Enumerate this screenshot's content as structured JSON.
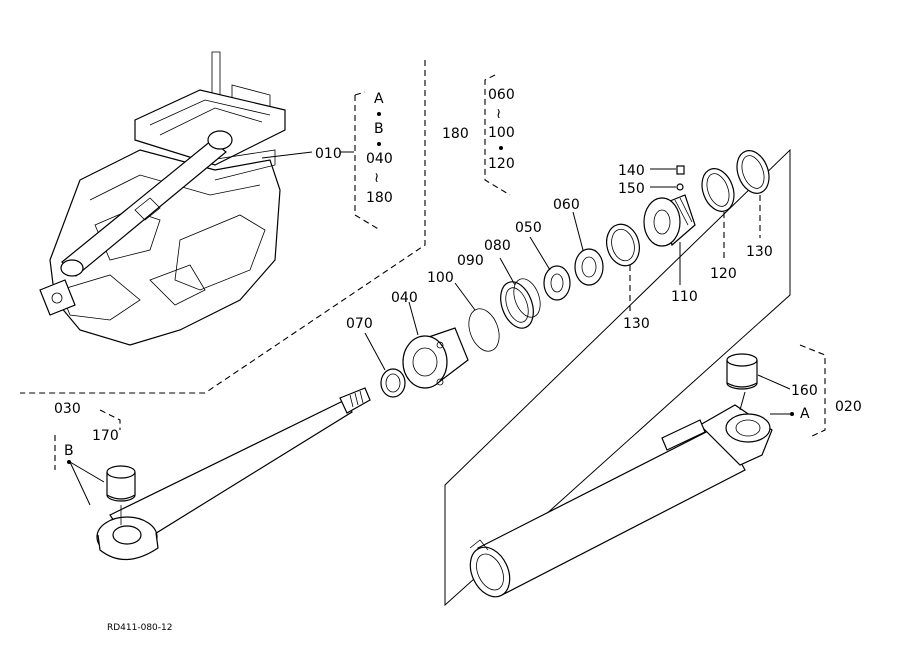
{
  "drawing_code": "RD411-080-12",
  "callouts": {
    "p010": "010",
    "p020": "020",
    "p030": "030",
    "p040": "040",
    "p050": "050",
    "p060": "060",
    "p060b": "060",
    "p070": "070",
    "p080": "080",
    "p090": "090",
    "p100": "100",
    "p110": "110",
    "p120": "120",
    "p130a": "130",
    "p130b": "130",
    "p140": "140",
    "p150": "150",
    "p160": "160",
    "p170": "170",
    "p180": "180"
  },
  "group_010": {
    "a": "A",
    "b": "B",
    "from": "040",
    "tilde": "≀",
    "to": "180"
  },
  "group_180": {
    "from": "060",
    "tilde": "≀",
    "mid": "100",
    "to": "120"
  },
  "marker_a": "A",
  "marker_b": "B"
}
